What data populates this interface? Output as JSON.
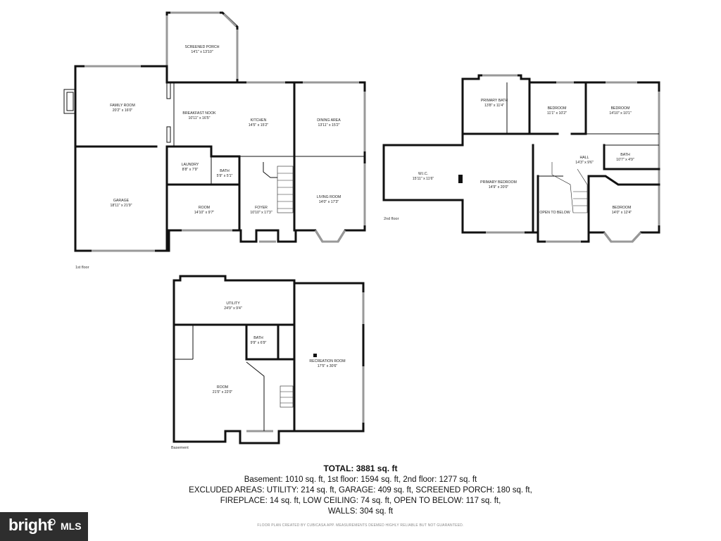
{
  "floors": {
    "first": {
      "label": "1st floor",
      "rooms": [
        {
          "name": "SCREENED PORCH",
          "dims": "14'1\" x 13'10\""
        },
        {
          "name": "FAMILY ROOM",
          "dims": "20'2\" x 16'0\""
        },
        {
          "name": "BREAKFAST NOOK",
          "dims": "10'11\" x 16'5\""
        },
        {
          "name": "KITCHEN",
          "dims": "14'5\" x 15'2\""
        },
        {
          "name": "DINING AREA",
          "dims": "13'11\" x 15'2\""
        },
        {
          "name": "LAUNDRY",
          "dims": "8'8\" x 7'9\""
        },
        {
          "name": "BATH",
          "dims": "5'9\" x 5'1\""
        },
        {
          "name": "GARAGE",
          "dims": "18'11\" x 21'9\""
        },
        {
          "name": "ROOM",
          "dims": "14'10\" x 9'7\""
        },
        {
          "name": "FOYER",
          "dims": "10'10\" x 17'3\""
        },
        {
          "name": "LIVING ROOM",
          "dims": "14'0\" x 17'3\""
        }
      ]
    },
    "second": {
      "label": "2nd floor",
      "rooms": [
        {
          "name": "PRIMARY BATH",
          "dims": "13'8\" x 11'4\""
        },
        {
          "name": "BEDROOM",
          "dims": "11'1\" x 10'2\""
        },
        {
          "name": "BEDROOM",
          "dims": "14'10\" x 10'1\""
        },
        {
          "name": "W.I.C.",
          "dims": "15'11\" x 11'6\""
        },
        {
          "name": "HALL",
          "dims": "14'3\" x 9'6\""
        },
        {
          "name": "BATH",
          "dims": "10'7\" x 4'9\""
        },
        {
          "name": "PRIMARY BEDROOM",
          "dims": "14'9\" x 20'0\""
        },
        {
          "name": "OPEN TO BELOW",
          "dims": ""
        },
        {
          "name": "BEDROOM",
          "dims": "14'0\" x 12'4\""
        }
      ]
    },
    "basement": {
      "label": "Basement",
      "rooms": [
        {
          "name": "UTILITY",
          "dims": "24'9\" x 9'4\""
        },
        {
          "name": "BATH",
          "dims": "9'9\" x 6'9\""
        },
        {
          "name": "RECREATION ROOM",
          "dims": "17'5\" x 30'6\""
        },
        {
          "name": "ROOM",
          "dims": "21'5\" x 22'0\""
        }
      ]
    }
  },
  "summary": {
    "total": "TOTAL: 3881 sq. ft",
    "line1": "Basement: 1010 sq. ft, 1st floor: 1594 sq. ft, 2nd floor: 1277 sq. ft",
    "line2": "EXCLUDED AREAS: UTILITY: 214 sq. ft, GARAGE: 409 sq. ft, SCREENED PORCH: 180 sq. ft,",
    "line3": "FIREPLACE: 14 sq. ft, LOW CEILING: 74 sq. ft, OPEN TO BELOW: 117 sq. ft,",
    "line4": "WALLS: 304 sq. ft"
  },
  "credit": "FLOOR PLAN CREATED BY CUBICASA APP. MEASUREMENTS DEEMED HIGHLY RELIABLE BUT NOT GUARANTEED.",
  "logo": {
    "brand": "bright",
    "suffix": "MLS"
  },
  "colors": {
    "wall": "#111111",
    "window": "#999999",
    "logo_bg": "#2e2e2e"
  }
}
